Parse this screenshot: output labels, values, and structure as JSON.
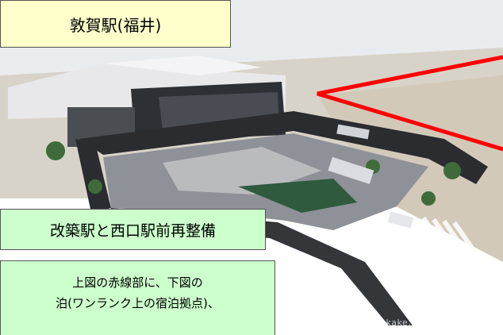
{
  "title": "敦賀駅(福井)",
  "caption": "改築駅と西口駅前再整備",
  "note": {
    "line1": "上図の赤線部に、下図の",
    "line2": "泊(ワンランク上の宿泊拠点)、"
  },
  "watermark": "jr-odekake.net/jrwest.com",
  "colors": {
    "title_bg": "#ffffcc",
    "caption_bg": "#ccffcc",
    "highlight_line": "#ff0000"
  }
}
